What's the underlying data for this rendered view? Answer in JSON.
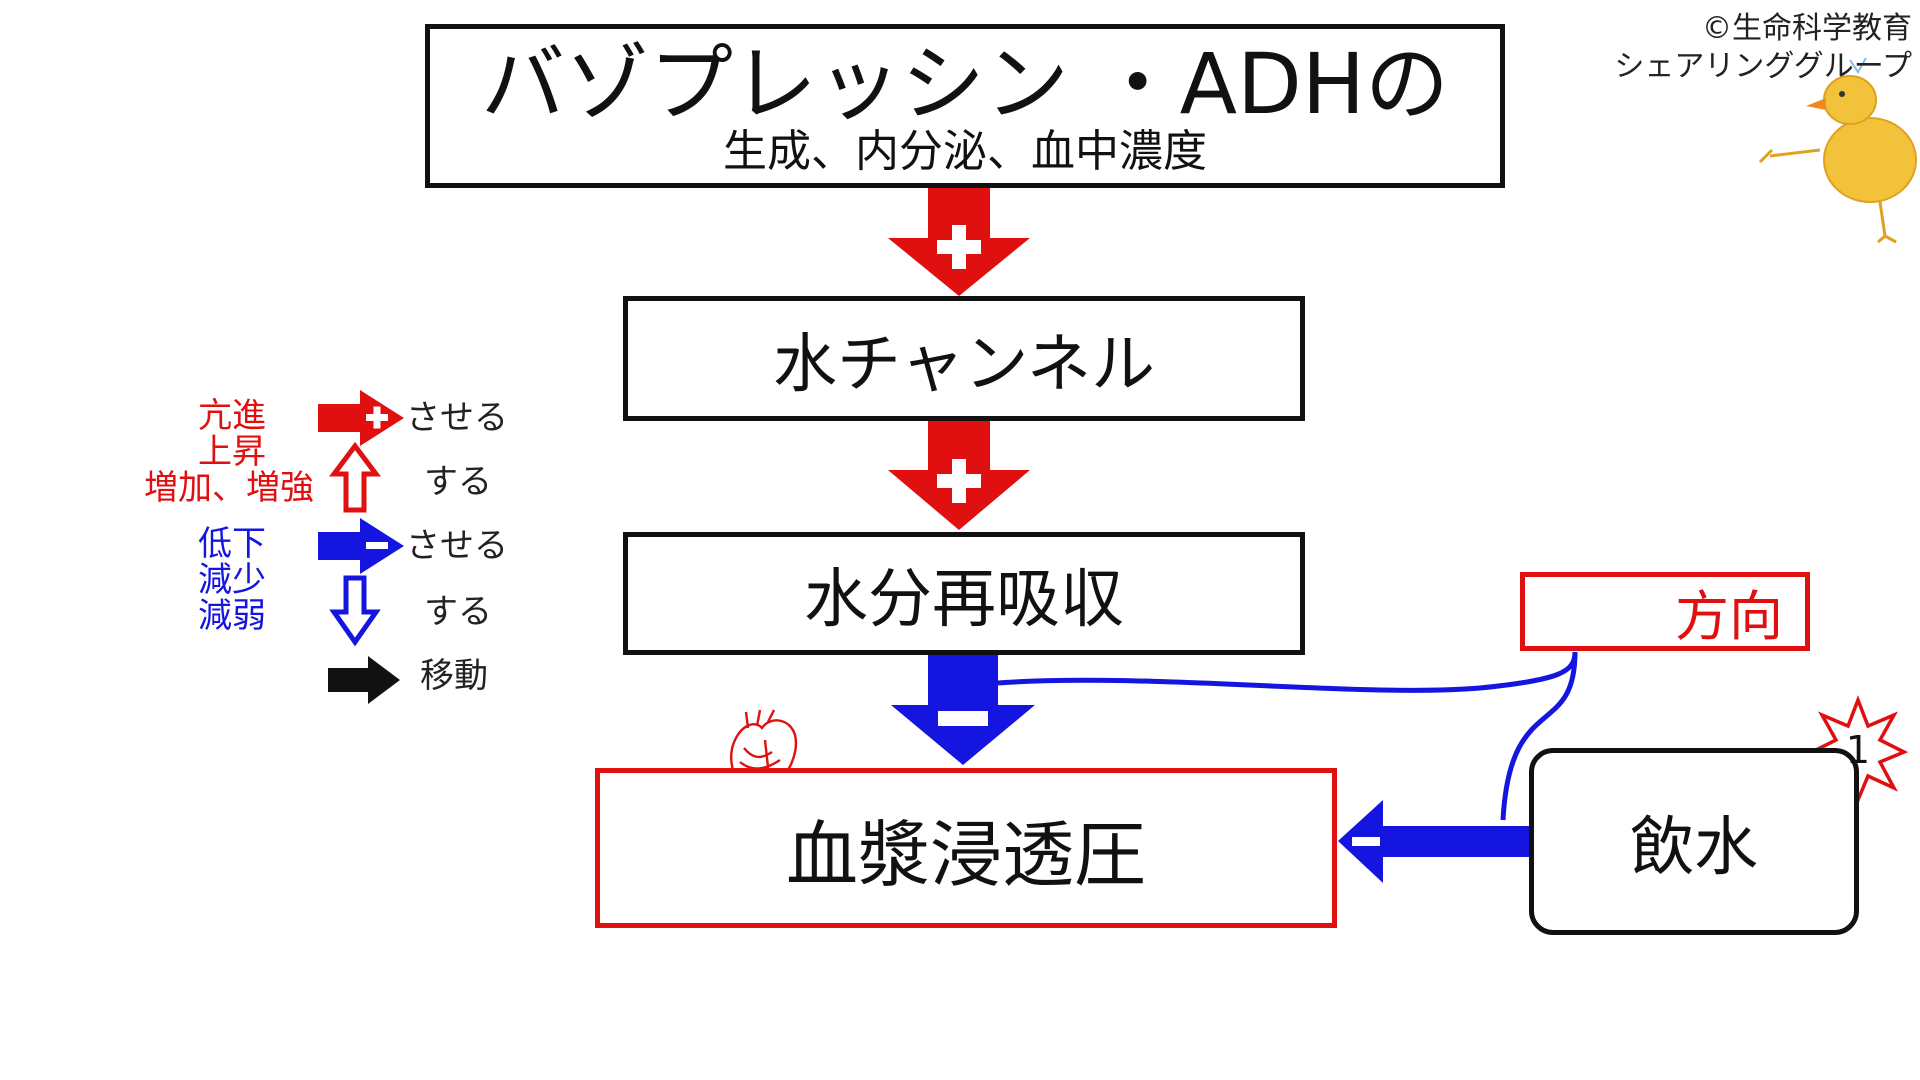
{
  "vasopressin_box": {
    "title": "バゾプレッシン ・ADHの",
    "subtitle": "生成、内分泌、血中濃度"
  },
  "water_channel_box": {
    "label": "水チャンネル"
  },
  "reabsorption_box": {
    "label": "水分再吸収"
  },
  "plasma_box": {
    "label": "血漿浸透圧"
  },
  "direction_box": {
    "label": "方向"
  },
  "drink_box": {
    "label": "飲水",
    "badge": "1"
  },
  "legend": {
    "promote_labels": [
      "亢進",
      "上昇",
      "増加、増強"
    ],
    "promote_arrow_text": "させる",
    "promote_updown_text": "する",
    "reduce_labels": [
      "低下",
      "減少",
      "減弱"
    ],
    "reduce_arrow_text": "させる",
    "reduce_updown_text": "する",
    "move_text": "移動"
  },
  "copyright": {
    "line1": "©生命科学教育",
    "line2": "シェアリンググループ"
  },
  "colors": {
    "red": "#e01010",
    "blue": "#1515e0",
    "black": "#111111",
    "duck": "#f2c23a"
  },
  "icons": [
    "plus-icon",
    "minus-icon",
    "heart-icon",
    "starburst-icon",
    "duck-icon"
  ]
}
